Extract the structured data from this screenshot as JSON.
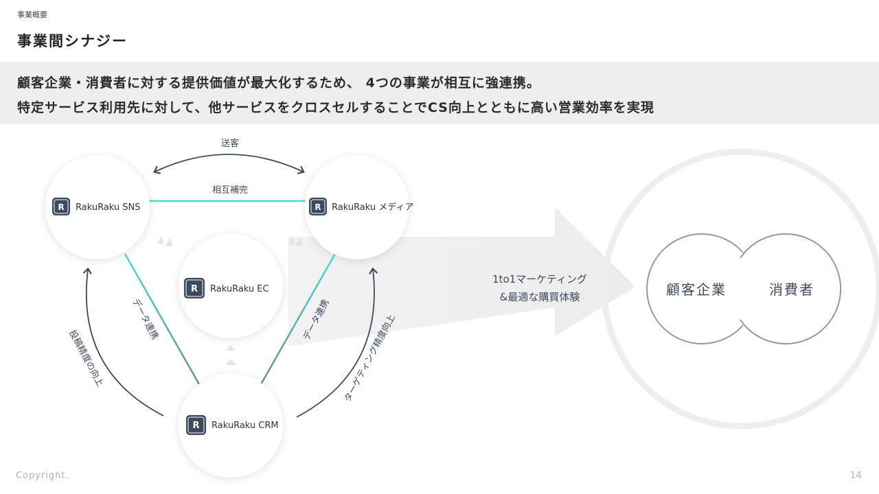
{
  "section_label": "事業概要",
  "title": "事業間シナジー",
  "banner": {
    "line1": "顧客企業・消費者に対する提供価値が最大化するため、 4つの事業が相互に強連携。",
    "line2": "特定サービス利用先に対して、他サービスをクロスセルすることでCS向上とともに高い営業効率を実現"
  },
  "nodes": {
    "sns": "RakuRaku SNS",
    "media": "RakuRaku メディア",
    "ec": "RakuRaku EC",
    "crm": "RakuRaku CRM",
    "logo_letter": "R"
  },
  "edges": {
    "send": "送客",
    "mutual": "相互補完",
    "data_left": "データ連携",
    "data_right": "データ連携",
    "post_accuracy": "投稿精度の向上",
    "targeting": "ターゲティング精度向上"
  },
  "center": {
    "line1": "1to1マーケティング",
    "line2": "&最適な購買体験"
  },
  "targets": {
    "company": "顧客企業",
    "consumer": "消費者"
  },
  "footer": {
    "copyright": "Copyright.",
    "page": "14"
  },
  "colors": {
    "accent_line": "#3ee0cf",
    "navy": "#3b4a5e",
    "circle_stroke": "#8a9ab0"
  }
}
